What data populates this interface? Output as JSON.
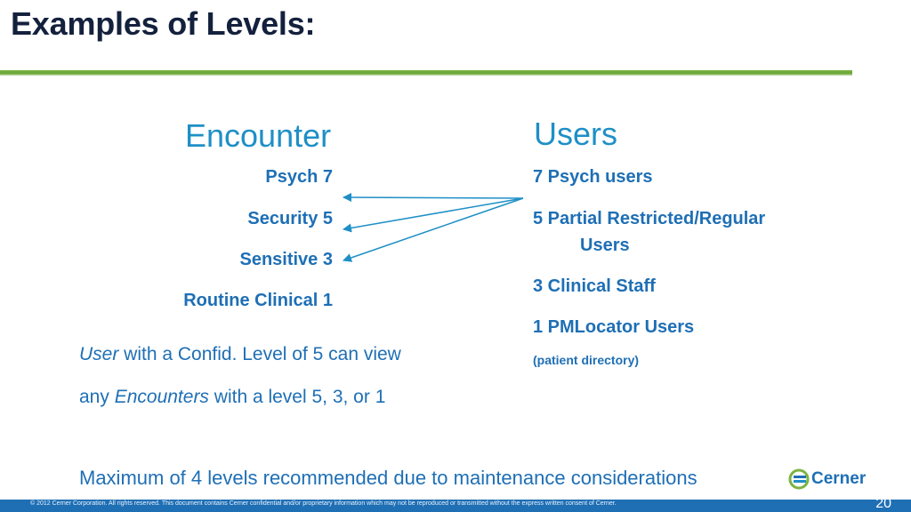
{
  "slide": {
    "title": "Examples of Levels:",
    "encounter": {
      "heading": "Encounter",
      "items": [
        "Psych 7",
        "Security 5",
        "Sensitive 3",
        "Routine Clinical 1"
      ]
    },
    "users": {
      "heading": "Users",
      "items": [
        {
          "line1": "7 Psych users",
          "line2": ""
        },
        {
          "line1": "5 Partial Restricted/Regular",
          "line2": "Users"
        },
        {
          "line1": "3  Clinical Staff",
          "line2": ""
        },
        {
          "line1": "1  PMLocator Users",
          "line2": ""
        }
      ],
      "note": "(patient directory)"
    },
    "statement": {
      "line1_em": "User",
      "line1_rest": " with a Confid. Level of 5 can view",
      "line2_pre": "any ",
      "line2_em": "Encounters",
      "line2_rest": " with a level 5, 3, or 1"
    },
    "bottom_note": "Maximum of 4 levels recommended due to maintenance considerations",
    "logo_text": "Cerner",
    "footer_text": "© 2012 Cerner Corporation. All rights reserved. This document contains Cerner confidential and/or proprietary information which may not be reproduced or transmitted without the express written consent of Cerner.",
    "page_number": "20"
  },
  "colors": {
    "title": "#14213d",
    "accent_green": "#7cb342",
    "heading_blue": "#1e8fc6",
    "text_blue": "#1e6fb5",
    "footer_blue": "#1f6fb5"
  }
}
